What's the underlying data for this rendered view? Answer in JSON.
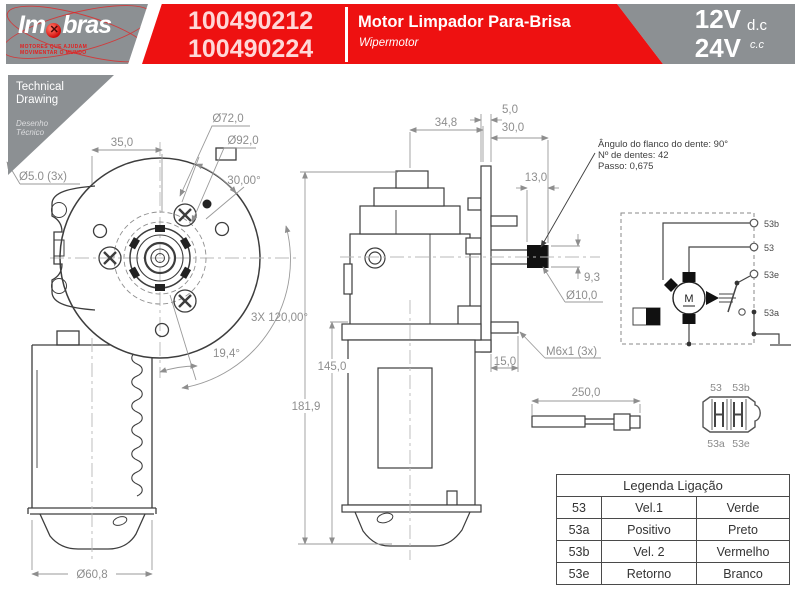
{
  "colors": {
    "accent_red": "#ee1111",
    "panel_gray": "#8c9093"
  },
  "header": {
    "logo": {
      "brand_left": "Im",
      "o_mark": "✕",
      "brand_right": "bras",
      "tagline1": "MOTORES QUE AJUDAM",
      "tagline2": "MOVIMENTAR O MUNDO"
    },
    "part_number_1": "100490212",
    "part_number_2": "100490224",
    "title": "Motor Limpador Para-Brisa",
    "subtitle": "Wipermotor",
    "voltage_1": "12V",
    "voltage_2": "24V",
    "current_type": "d.c",
    "current_type_alt": "c.c"
  },
  "corner": {
    "title1": "Technical",
    "title2": "Drawing",
    "sub1": "Desenho",
    "sub2": "Técnico"
  },
  "front_view": {
    "dim_offset": "35,0",
    "dim_dia72": "Ø72,0",
    "dim_dia92": "Ø92,0",
    "dim_angle30": "30,00°",
    "dim_holes": "Ø5.0 (3x)",
    "dim_angle120": "3X 120,00°",
    "dim_angle194": "19,4°",
    "dim_body_dia": "Ø60,8"
  },
  "side_view": {
    "dim_348": "34,8",
    "dim_50": "5,0",
    "dim_300": "30,0",
    "dim_130": "13,0",
    "dim_93": "9,3",
    "dim_dia10": "Ø10,0",
    "dim_thread": "M6x1 (3x)",
    "dim_150": "15,0",
    "dim_height_145": "145,0",
    "dim_height_181": "181,9"
  },
  "gear_note": {
    "line1": "Ângulo do flanco do dente: 90°",
    "line2": "Nº de dentes: 42",
    "line3": "Passo: 0,675"
  },
  "cable": {
    "dim_length": "250,0"
  },
  "circuit": {
    "motor_label": "M",
    "terminal_53b": "53b",
    "terminal_53": "53",
    "terminal_53e": "53e",
    "terminal_53a": "53a"
  },
  "connector": {
    "top_left": "53",
    "top_right": "53b",
    "bottom_left": "53a",
    "bottom_right": "53e"
  },
  "legend_table": {
    "title": "Legenda Ligação",
    "rows": [
      {
        "terminal": "53",
        "function": "Vel.1",
        "color": "Verde"
      },
      {
        "terminal": "53a",
        "function": "Positivo",
        "color": "Preto"
      },
      {
        "terminal": "53b",
        "function": "Vel. 2",
        "color": "Vermelho"
      },
      {
        "terminal": "53e",
        "function": "Retorno",
        "color": "Branco"
      }
    ]
  }
}
